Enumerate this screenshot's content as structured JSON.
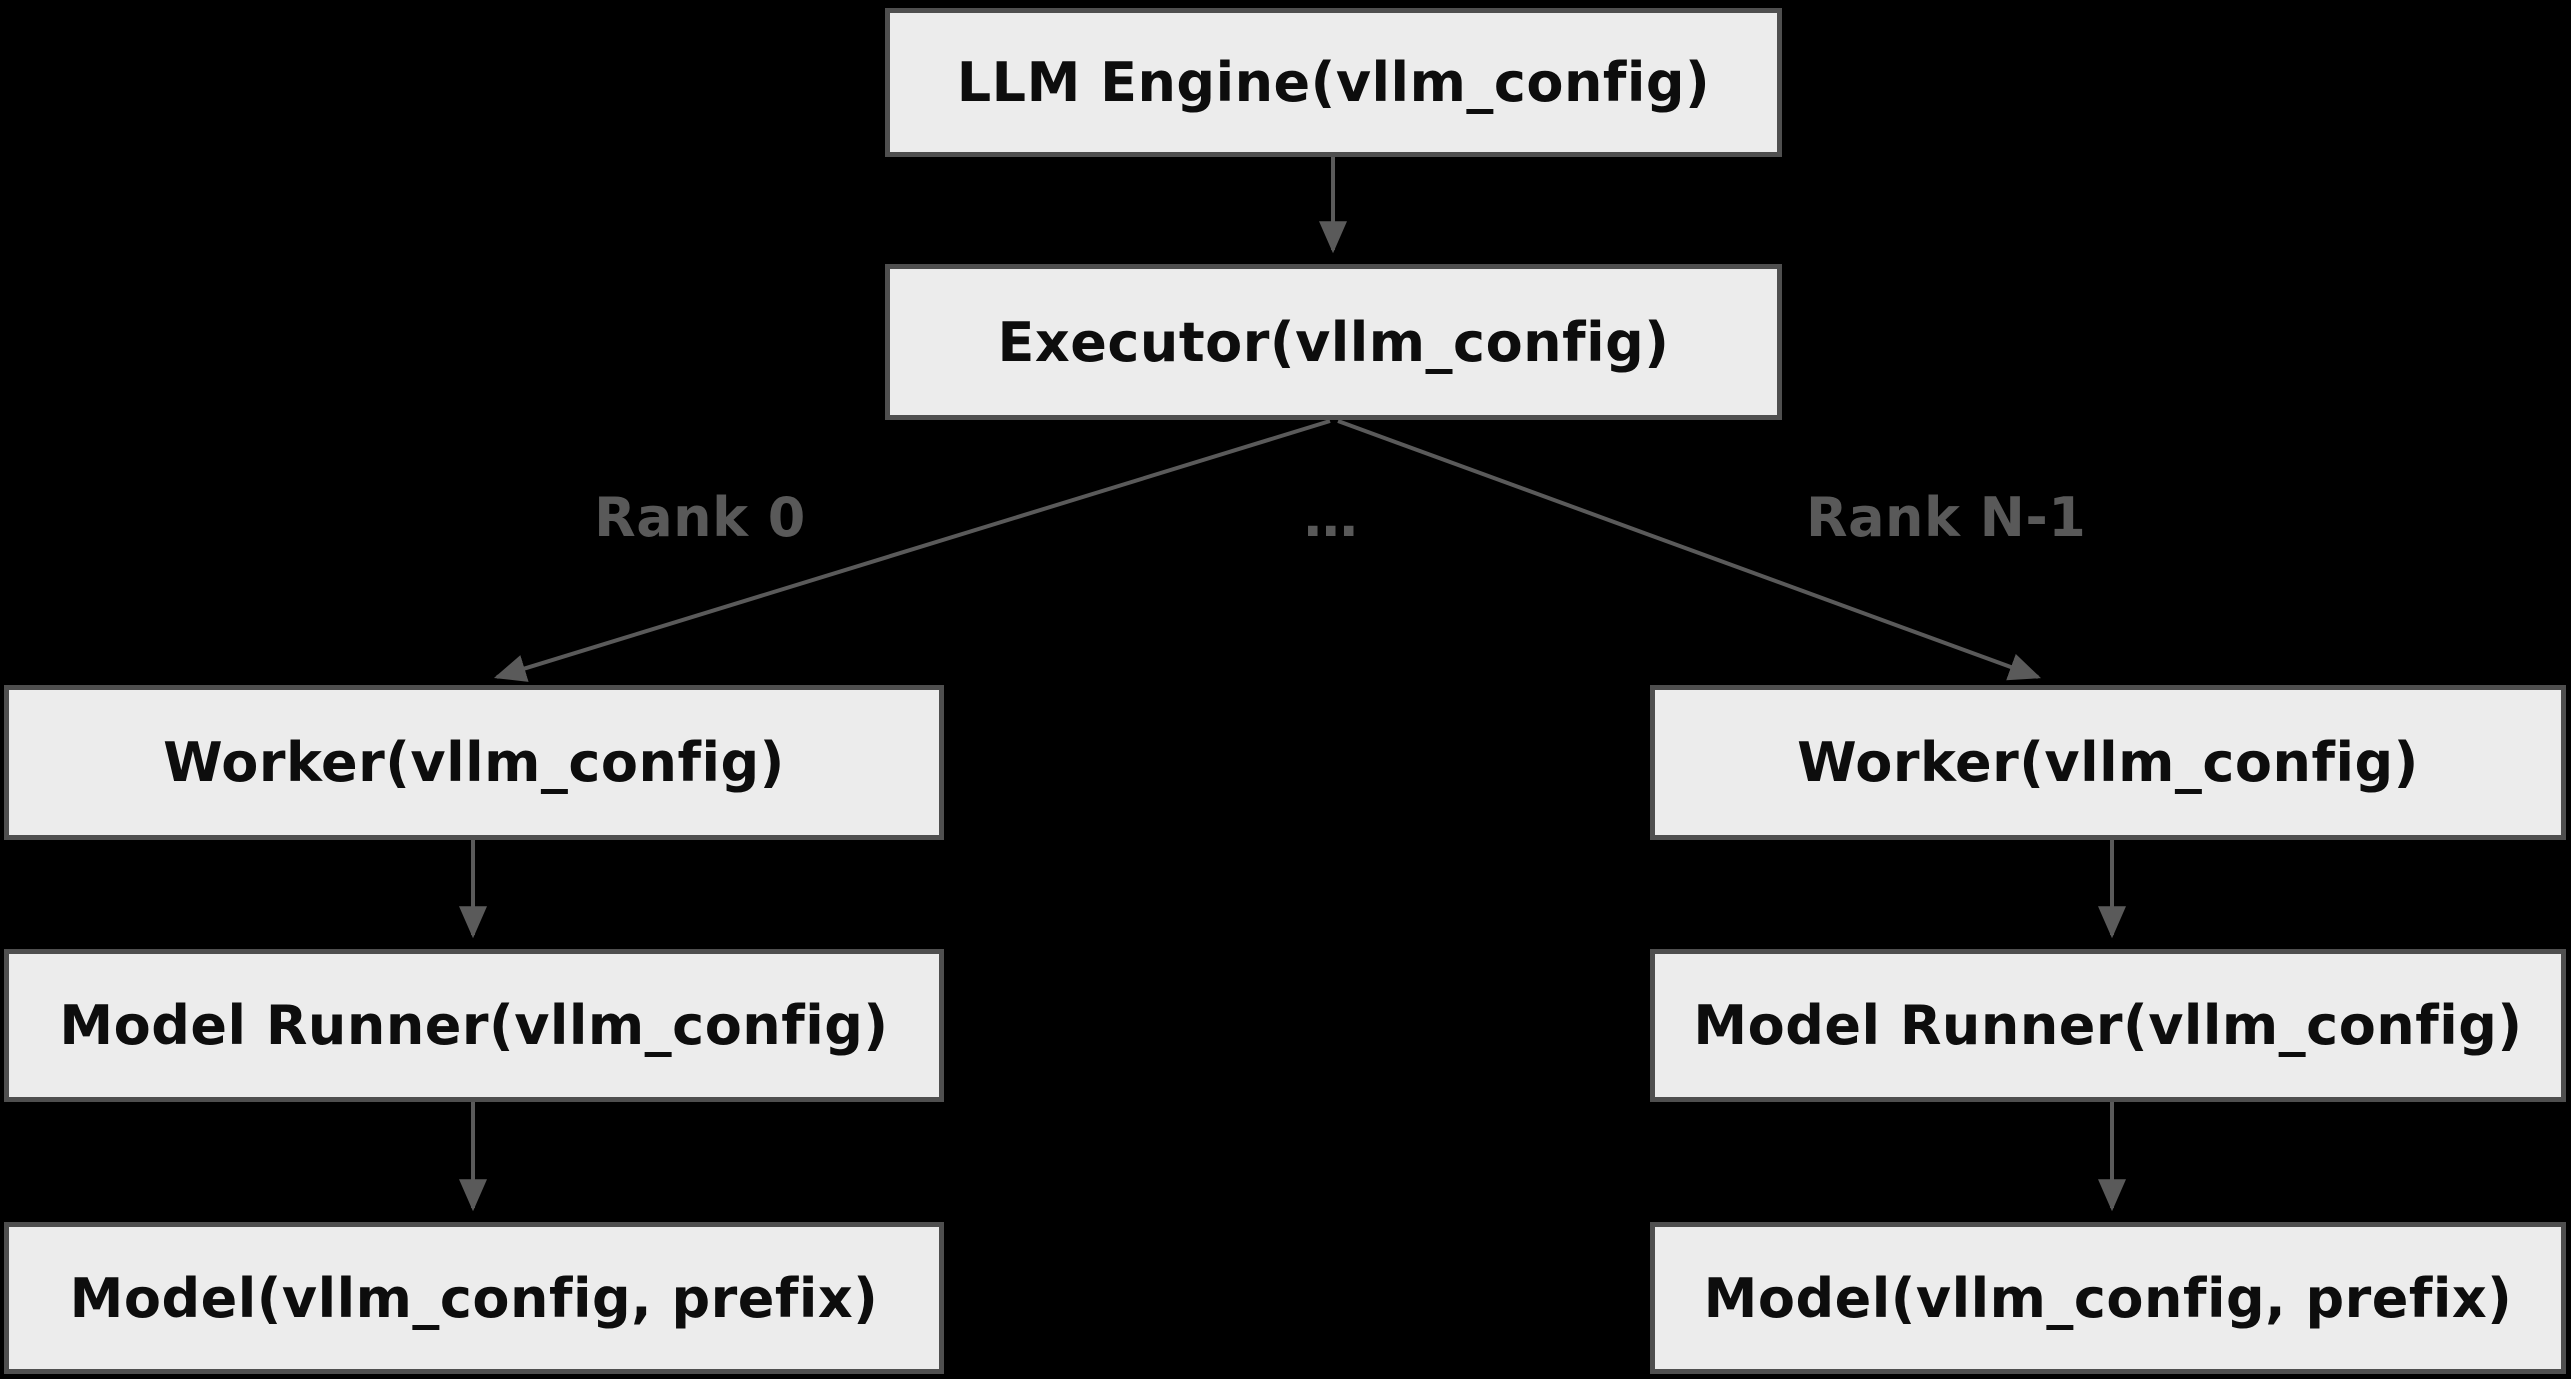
{
  "diagram": {
    "title": "vLLM engine class hierarchy diagram",
    "colors": {
      "background": "#000000",
      "node_fill": "#ececec",
      "node_border": "#4f4f4f",
      "node_text": "#0d0d0d",
      "edge": "#5a5a5a",
      "edge_label_text": "#595959"
    },
    "nodes": {
      "llm_engine": "LLM Engine(vllm_config)",
      "executor": "Executor(vllm_config)",
      "worker": "Worker(vllm_config)",
      "model_runner": "Model Runner(vllm_config)",
      "model": "Model(vllm_config, prefix)"
    },
    "edge_labels": {
      "rank_0": "Rank 0",
      "ellipsis": "…",
      "rank_n": "Rank N-1"
    }
  }
}
